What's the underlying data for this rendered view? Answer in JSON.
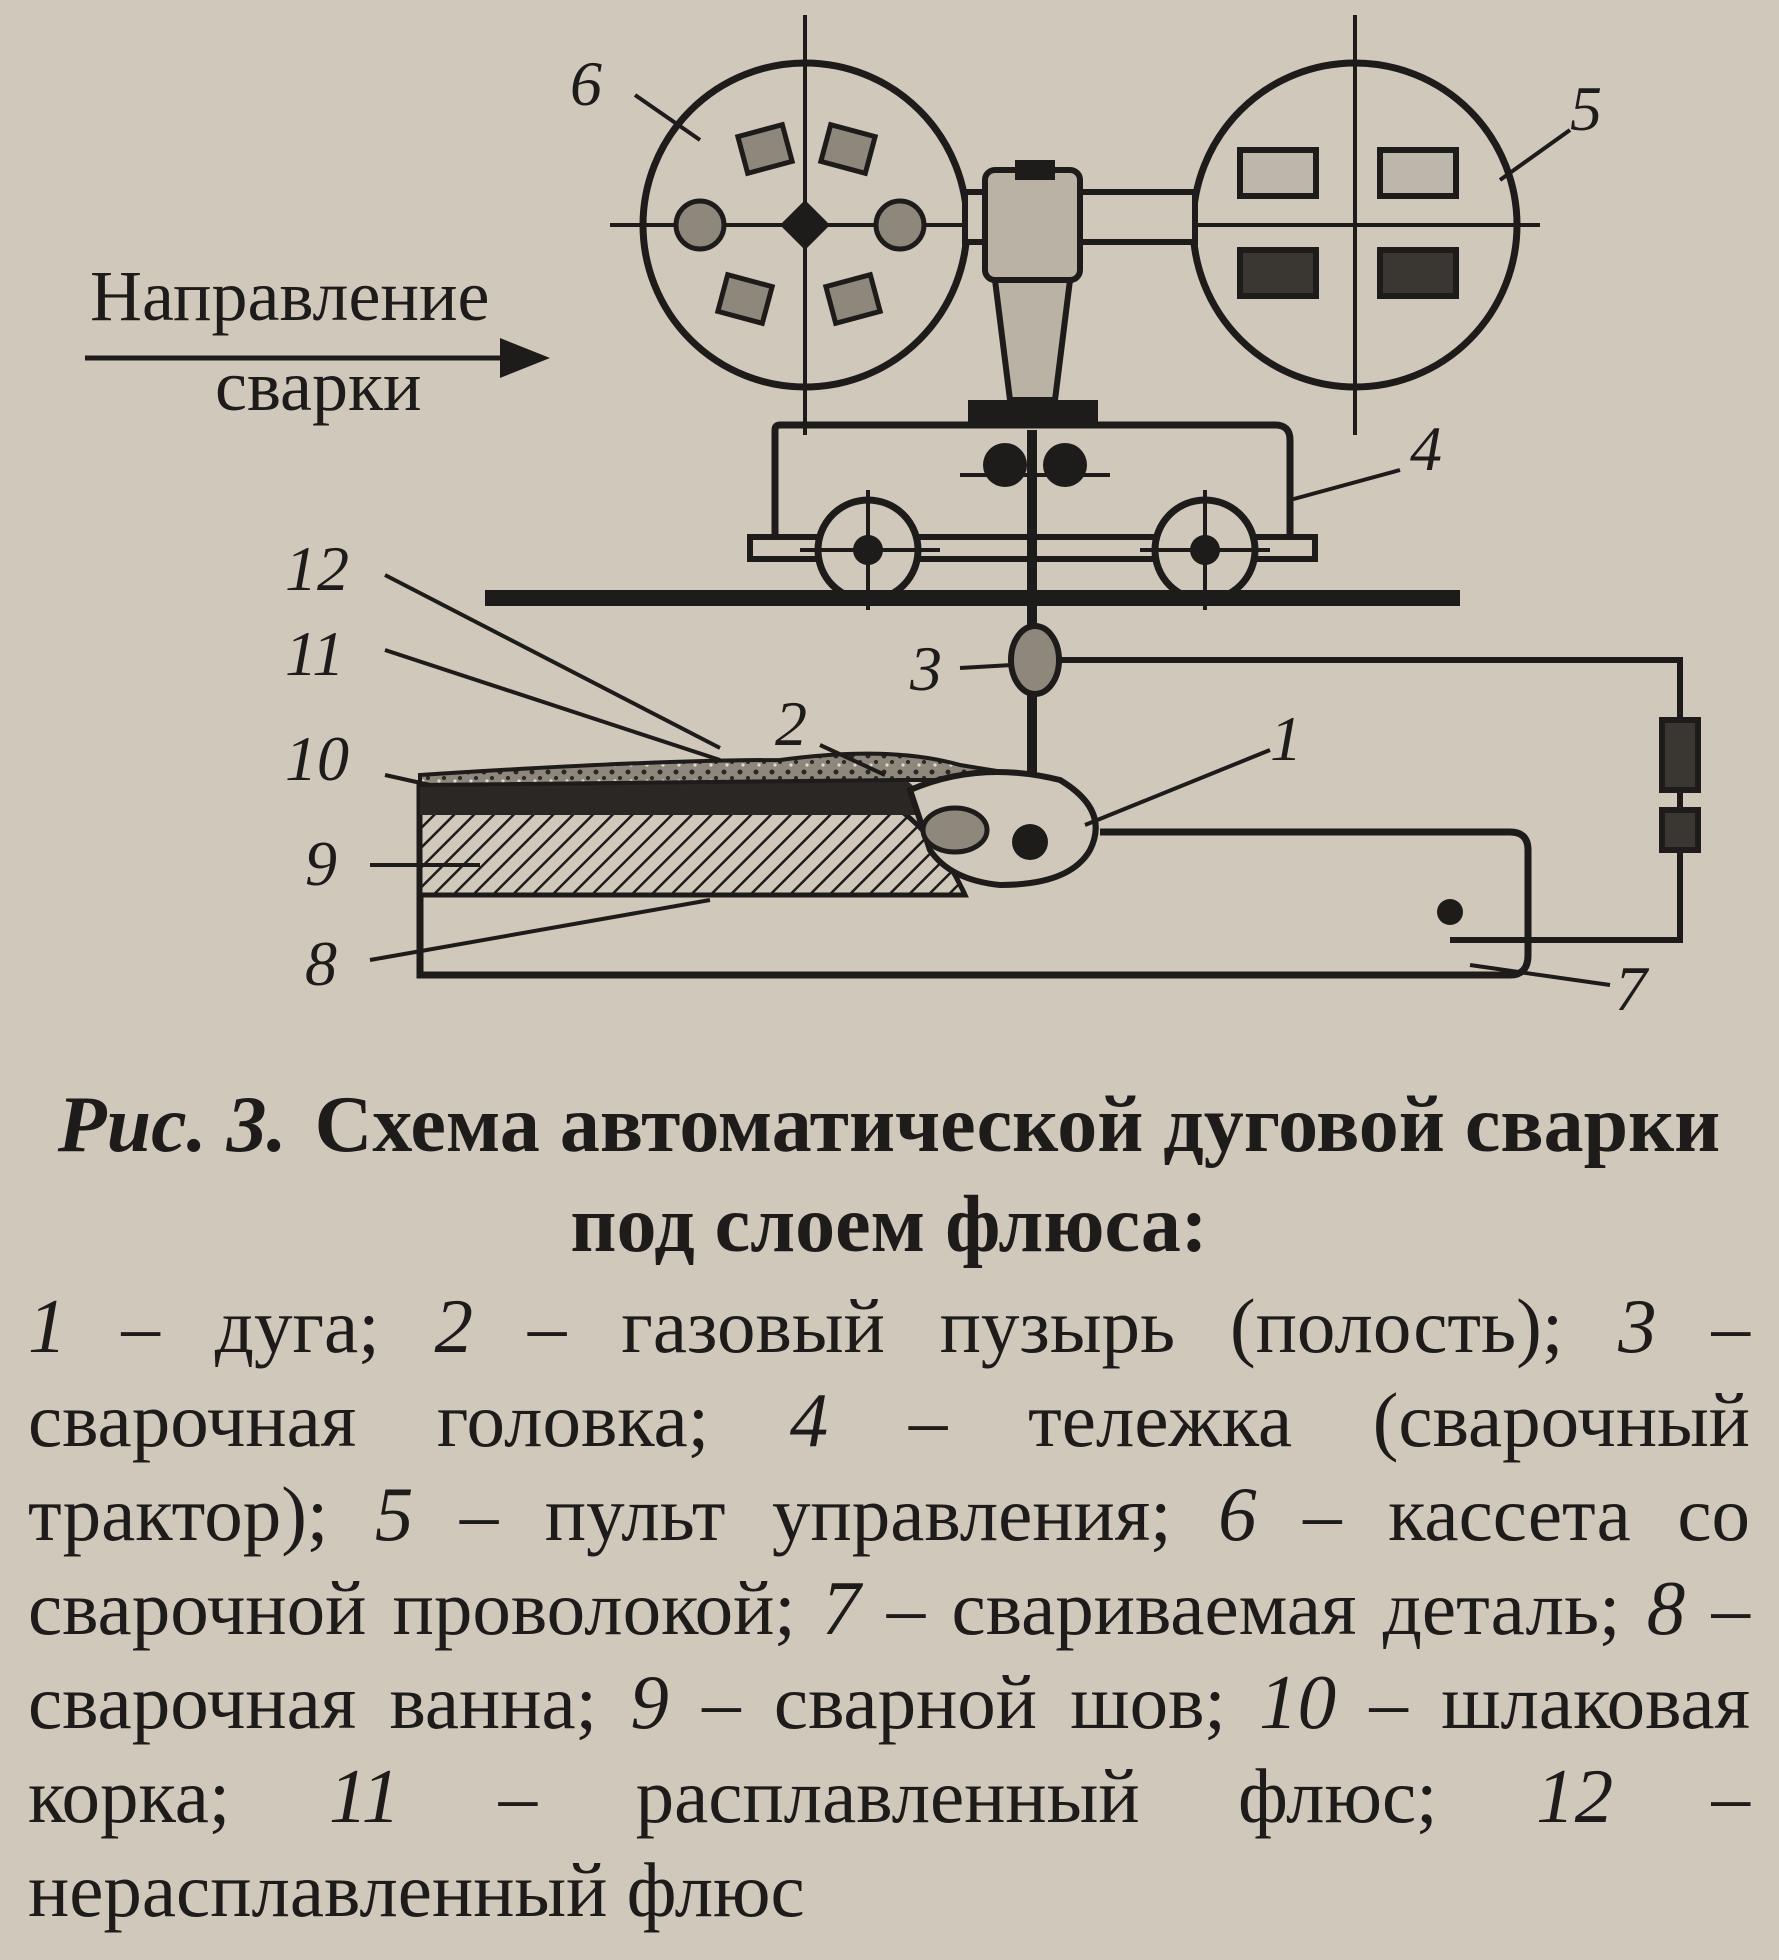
{
  "diagram": {
    "direction_label": [
      "Направление",
      "сварки"
    ],
    "callouts": [
      "1",
      "2",
      "3",
      "4",
      "5",
      "6",
      "7",
      "8",
      "9",
      "10",
      "11",
      "12"
    ]
  },
  "caption": {
    "figure_ref": "Рис. 3.",
    "title": "Схема автоматической дуговой сварки под слоем флюса:",
    "legend": [
      {
        "num": "1",
        "text": "дуга;"
      },
      {
        "num": "2",
        "text": "газовый пузырь (полость);"
      },
      {
        "num": "3",
        "text": "сварочная головка;"
      },
      {
        "num": "4",
        "text": "тележка (сварочный трактор);"
      },
      {
        "num": "5",
        "text": "пульт управления;"
      },
      {
        "num": "6",
        "text": "кассета со сварочной проволокой;"
      },
      {
        "num": "7",
        "text": "свариваемая деталь;"
      },
      {
        "num": "8",
        "text": "сварочная ванна;"
      },
      {
        "num": "9",
        "text": "сварной шов;"
      },
      {
        "num": "10",
        "text": "шлаковая корка;"
      },
      {
        "num": "11",
        "text": "расплавленный флюс;"
      },
      {
        "num": "12",
        "text": "нерасплавленный флюс"
      }
    ]
  }
}
